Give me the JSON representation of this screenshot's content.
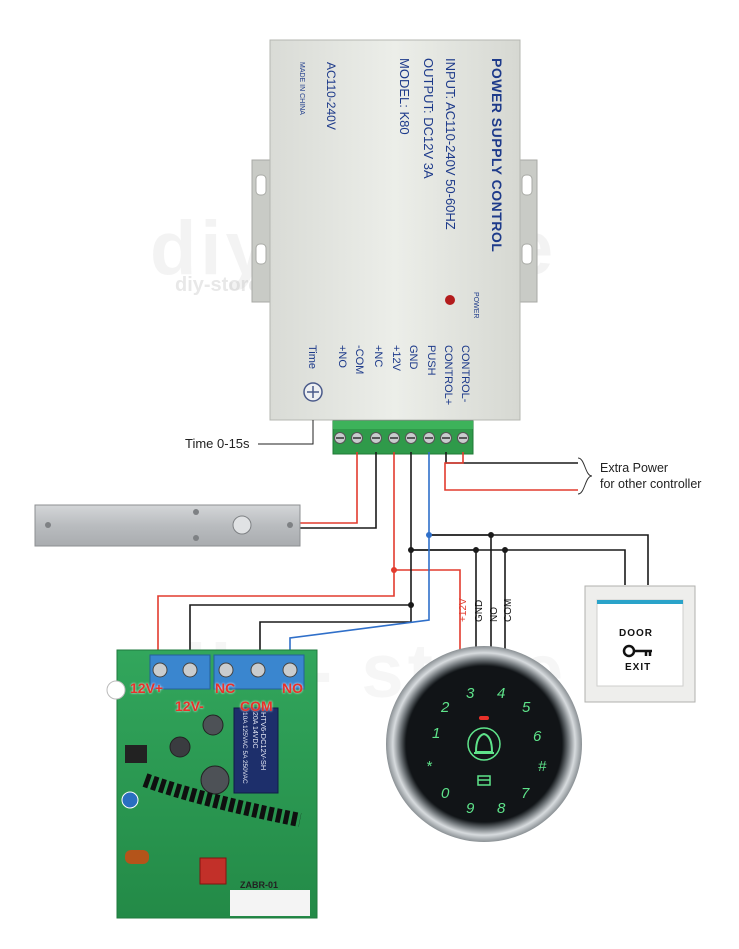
{
  "colors": {
    "wire_red": "#e23b2e",
    "wire_black": "#1a1a1a",
    "wire_blue": "#2f6fc9",
    "psu_body": "#e2e4df",
    "terminal_green": "#2f9a4a",
    "pcb_green": "#2fa35a",
    "screw_blue": "#3a86cf"
  },
  "watermark": {
    "main": "diy - store",
    "sub": "diy-store technology Co.,Ltd"
  },
  "power_supply": {
    "title": "POWER SUPPLY CONTROL",
    "input": "INPUT: AC110-240V  50-60HZ",
    "output": "OUTPUT: DC12V  3A",
    "model": "MODEL: K80",
    "ac_label": "AC110-240V",
    "made_in": "MADE IN CHINA",
    "power_led_label": "POWER",
    "time_label": "Time",
    "terminals": [
      "+NO",
      "-COM",
      "+NC",
      "+12V",
      "GND",
      "PUSH",
      "CONTROL+",
      "CONTROL-"
    ]
  },
  "annotations": {
    "time_range": "Time 0-15s",
    "extra_power_line1": "Extra Power",
    "extra_power_line2": "for other controller"
  },
  "keypad_wires": [
    "+12V",
    "GND",
    "NO",
    "COM"
  ],
  "exit_button": {
    "line1": "DOOR",
    "line2": "EXIT",
    "icon": "key-icon"
  },
  "relay_board": {
    "labels": {
      "plus12": "12V+",
      "nc": "NC",
      "minus12": "12V-",
      "com": "COM",
      "no": "NO"
    },
    "relay_text": [
      "HTV6-DC12V-SH",
      "20A 14VDC",
      "10A 125VAC  5A 250VAC"
    ],
    "module_text": "ZABR-01"
  },
  "keypad": {
    "keys": [
      "1",
      "2",
      "3",
      "4",
      "5",
      "6",
      "7",
      "8",
      "9",
      "0",
      "*",
      "#"
    ],
    "icons": [
      "bell-icon",
      "card-icon"
    ]
  }
}
